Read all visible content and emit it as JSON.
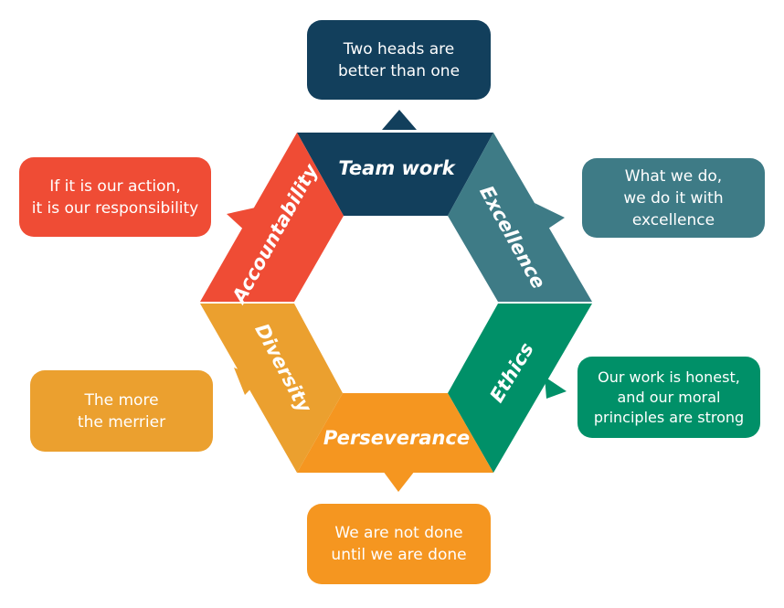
{
  "colors": {
    "teamwork": "#123f5c",
    "excellence": "#3e7b86",
    "ethics": "#009068",
    "perseverance": "#f59620",
    "diversity": "#eba02f",
    "accountability": "#ef4c35"
  },
  "segments": {
    "teamwork": {
      "label": "Team work"
    },
    "excellence": {
      "label": "Excellence"
    },
    "ethics": {
      "label": "Ethics"
    },
    "perseverance": {
      "label": "Perseverance"
    },
    "diversity": {
      "label": "Diversity"
    },
    "accountability": {
      "label": "Accountability"
    }
  },
  "bubbles": {
    "teamwork": {
      "text": "Two heads are\nbetter than one"
    },
    "excellence": {
      "text": "What we do,\nwe do it with\nexcellence"
    },
    "ethics": {
      "text": "Our work is honest,\nand our moral\nprinciples are strong"
    },
    "perseverance": {
      "text": "We are not done\nuntil we are done"
    },
    "diversity": {
      "text": "The more\nthe merrier"
    },
    "accountability": {
      "text": "If it is our action,\nit is our responsibility"
    }
  }
}
